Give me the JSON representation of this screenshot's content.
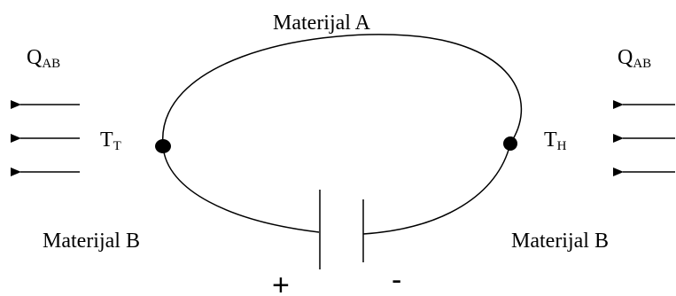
{
  "labels": {
    "material_top": "Materijal A",
    "material_bottom_left": "Materijal B",
    "material_bottom_right": "Materijal B",
    "heat_left": {
      "main": "Q",
      "sub": "AB"
    },
    "heat_right": {
      "main": "Q",
      "sub": "AB"
    },
    "temp_left": {
      "main": "T",
      "sub": "T"
    },
    "temp_right": {
      "main": "T",
      "sub": "H"
    },
    "plus": "+",
    "minus": "-"
  },
  "heat_flow": {
    "left_direction": "left",
    "right_direction": "left",
    "left_arrow_count": 3,
    "right_arrow_count": 3
  }
}
